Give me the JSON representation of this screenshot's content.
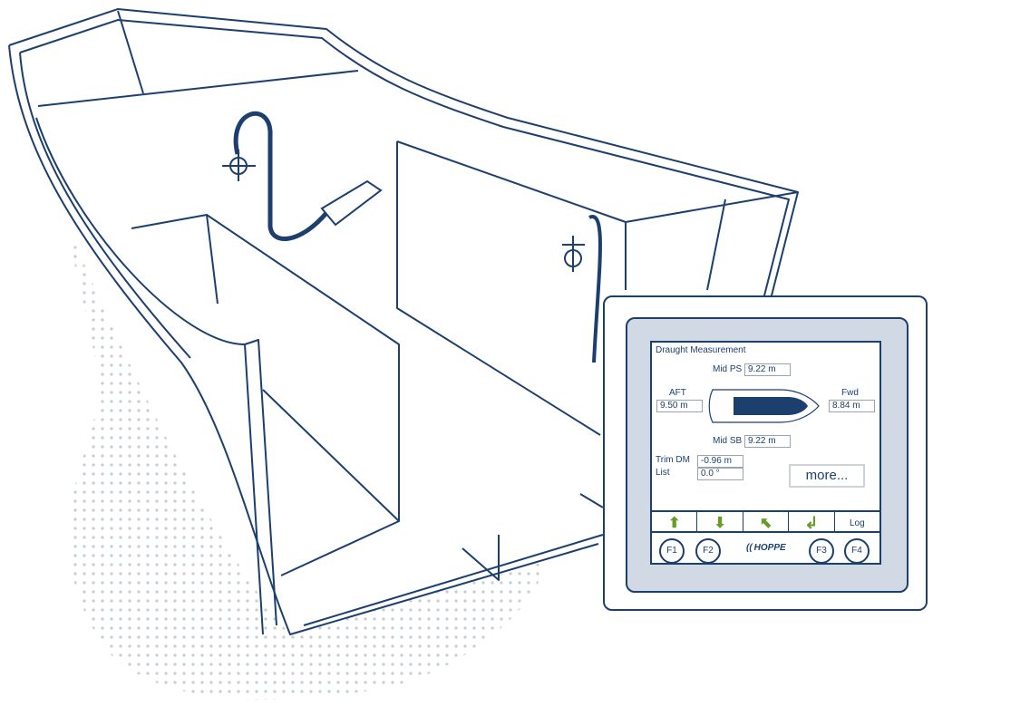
{
  "screen": {
    "title": "Draught Measurement",
    "mid_ps": {
      "label": "Mid PS",
      "value": "9.22 m"
    },
    "aft": {
      "label": "AFT",
      "value": "9.50 m"
    },
    "fwd": {
      "label": "Fwd",
      "value": "8.84 m"
    },
    "mid_sb": {
      "label": "Mid SB",
      "value": "9.22 m"
    },
    "trim": {
      "label": "Trim DM",
      "value": "-0.96 m"
    },
    "list": {
      "label": "List",
      "value": "0.0 °"
    },
    "more_label": "more...",
    "softkeys": {
      "log_label": "Log"
    }
  },
  "function_keys": [
    "F1",
    "F2",
    "F3",
    "F4"
  ],
  "brand": "HOPPE",
  "colors": {
    "navy": "#1d3f6e",
    "bezel": "#d1d9e4",
    "green": "#6a9a2a",
    "dots": "#c5ccd6"
  }
}
